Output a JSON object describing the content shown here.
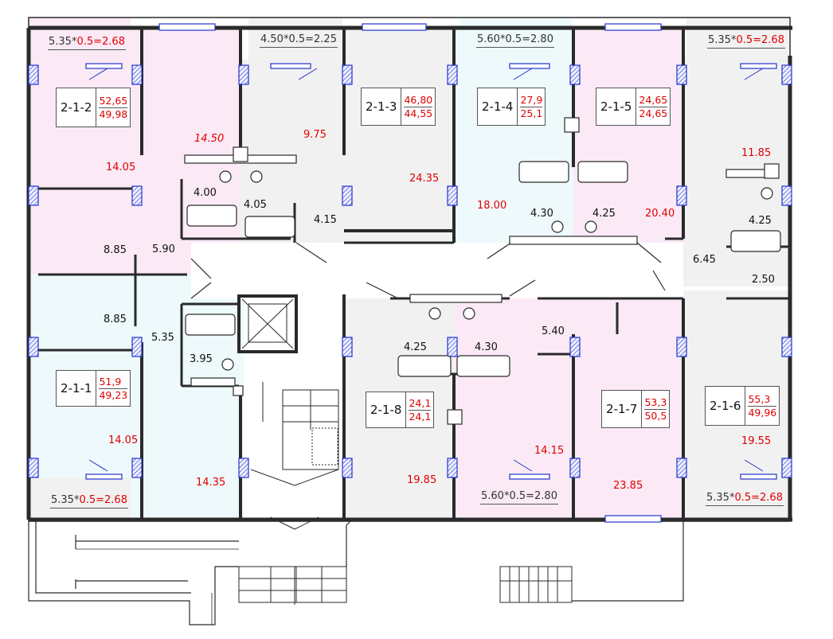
{
  "floor_plan": {
    "apartments": [
      {
        "code": "2-1-1",
        "total_area": "51,9",
        "living_area": "49,23"
      },
      {
        "code": "2-1-2",
        "total_area": "52,65",
        "living_area": "49,98"
      },
      {
        "code": "2-1-3",
        "total_area": "46,80",
        "living_area": "44,55"
      },
      {
        "code": "2-1-4",
        "total_area": "27,9",
        "living_area": "25,1"
      },
      {
        "code": "2-1-5",
        "total_area": "24,65",
        "living_area": "24,65"
      },
      {
        "code": "2-1-6",
        "total_area": "55,3",
        "living_area": "49,96"
      },
      {
        "code": "2-1-7",
        "total_area": "53,3",
        "living_area": "50,5"
      },
      {
        "code": "2-1-8",
        "total_area": "24,1",
        "living_area": "24,1"
      }
    ],
    "balconies": [
      {
        "base": "5.35",
        "factor": "0.5=2.68"
      },
      {
        "base": "4.50",
        "factor": "0.5=2.25"
      },
      {
        "base": "5.60",
        "factor": "0.5=2.80"
      },
      {
        "base": "5.35",
        "factor": "0.5=2.68"
      },
      {
        "base": "5.35",
        "factor": "0.5=2.68"
      },
      {
        "base": "5.60",
        "factor": "0.5=2.80"
      },
      {
        "base": "5.35",
        "factor": "0.5=2.68"
      }
    ],
    "room_areas_red": [
      "14.50",
      "9.75",
      "24.35",
      "11.85",
      "14.05",
      "18.00",
      "20.40",
      "14.05",
      "14.35",
      "19.85",
      "14.15",
      "23.85",
      "19.55"
    ],
    "room_areas_black": [
      "4.00",
      "4.05",
      "4.15",
      "4.30",
      "4.25",
      "4.25",
      "8.85",
      "5.90",
      "6.45",
      "2.50",
      "8.85",
      "5.35",
      "3.95",
      "5.40",
      "4.25",
      "4.30"
    ],
    "colors": {
      "pink": "#fbeaf6",
      "blue": "#eef9fb",
      "grey": "#f1f1f1",
      "wall": "#2a2a2a",
      "window": "#2233cc",
      "red_text": "#e00000"
    }
  }
}
